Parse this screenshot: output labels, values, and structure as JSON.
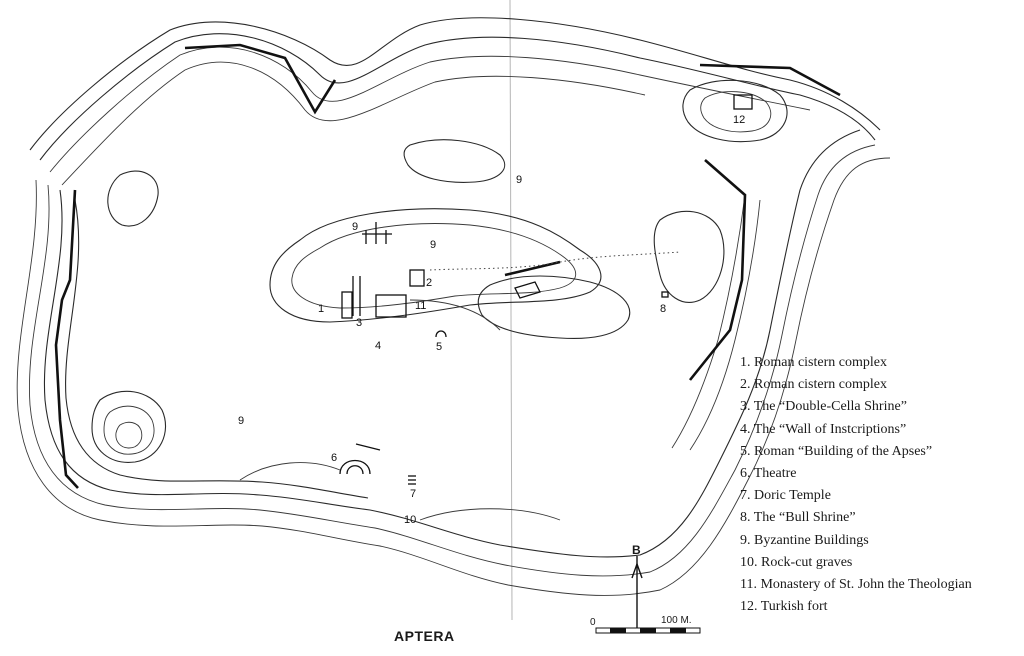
{
  "map": {
    "title": "APTERA",
    "north_label": "B",
    "scale": {
      "zero": "0",
      "max": "100 M."
    },
    "markers": [
      {
        "id": "m1",
        "label": "1"
      },
      {
        "id": "m2",
        "label": "2"
      },
      {
        "id": "m3",
        "label": "3"
      },
      {
        "id": "m4",
        "label": "4"
      },
      {
        "id": "m5",
        "label": "5"
      },
      {
        "id": "m6",
        "label": "6"
      },
      {
        "id": "m7",
        "label": "7"
      },
      {
        "id": "m8",
        "label": "8"
      },
      {
        "id": "m9a",
        "label": "9"
      },
      {
        "id": "m9b",
        "label": "9"
      },
      {
        "id": "m9c",
        "label": "9"
      },
      {
        "id": "m9d",
        "label": "9"
      },
      {
        "id": "m10",
        "label": "10"
      },
      {
        "id": "m11",
        "label": "11"
      },
      {
        "id": "m12",
        "label": "12"
      }
    ]
  },
  "legend": {
    "items": [
      {
        "label": "1. Roman cistern complex"
      },
      {
        "label": "2. Roman cistern complex"
      },
      {
        "label": "3. The “Double-Cella Shrine”"
      },
      {
        "label": "4. The “Wall of Instcriptions”"
      },
      {
        "label": "5. Roman “Building of the Apses”"
      },
      {
        "label": "6. Theatre"
      },
      {
        "label": "7. Doric Temple"
      },
      {
        "label": "8. The “Bull Shrine”"
      },
      {
        "label": "9. Byzantine Buildings"
      },
      {
        "label": "10. Rock-cut graves"
      },
      {
        "label": "11. Monastery of St. John the Theologian"
      },
      {
        "label": "12. Turkish fort"
      }
    ]
  }
}
